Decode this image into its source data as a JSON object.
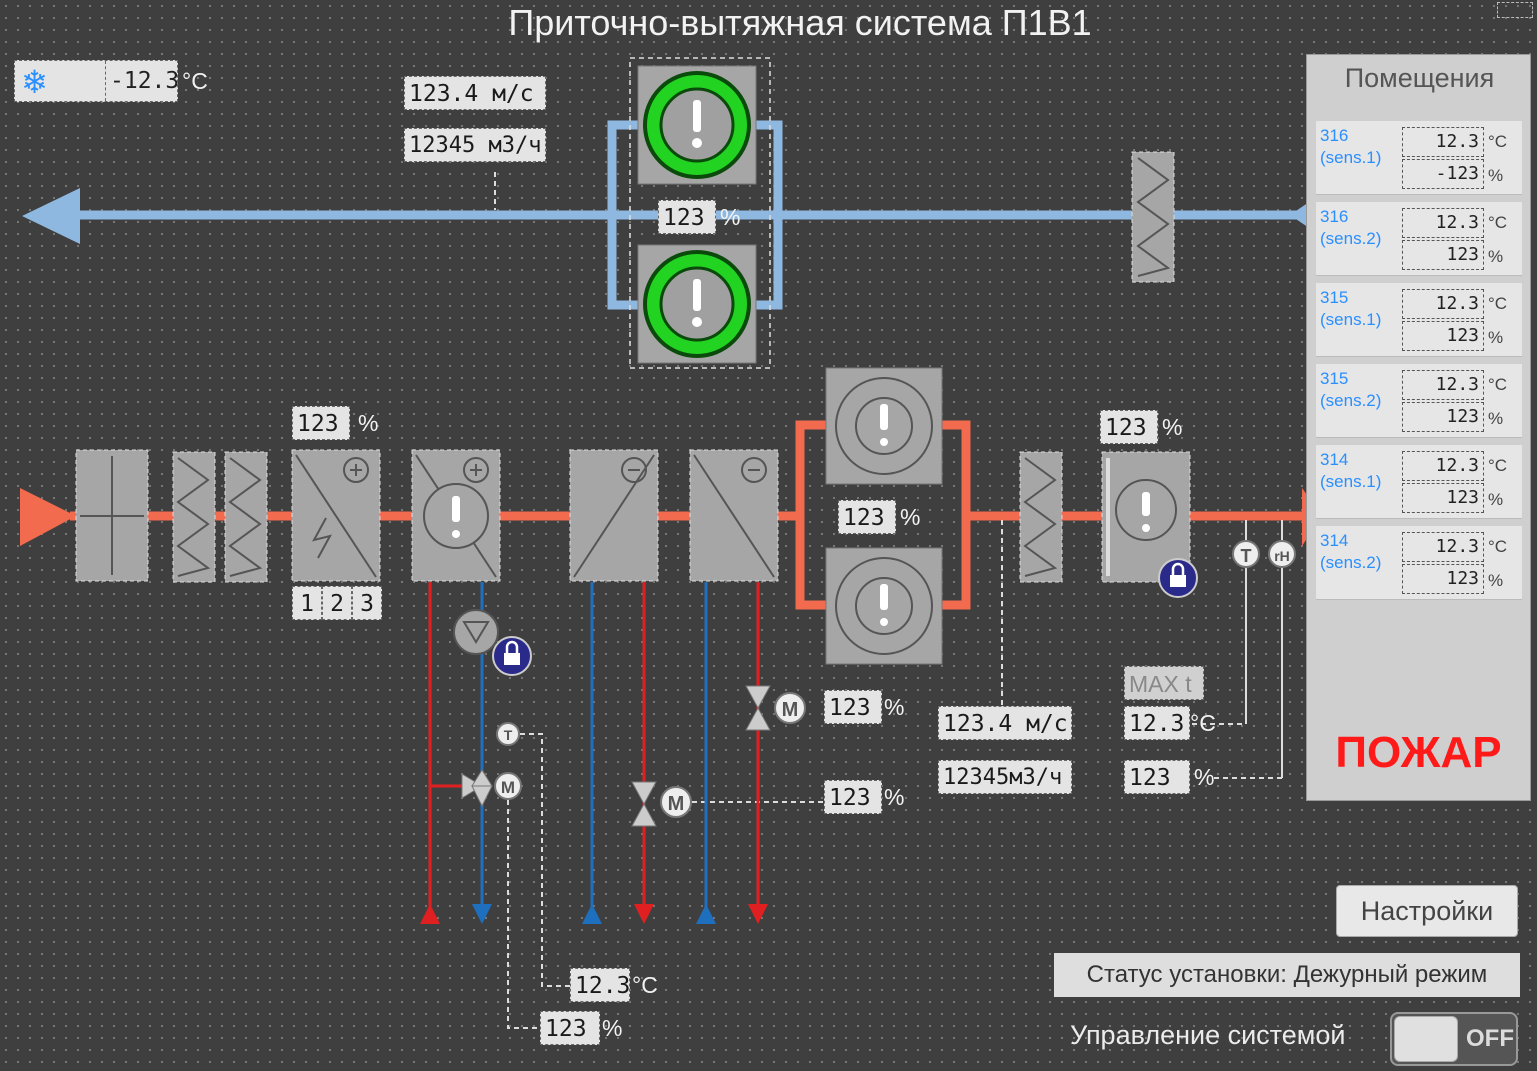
{
  "title": "Приточно-вытяжная система П1В1",
  "outdoor": {
    "value": "-12.3",
    "unit": "°C",
    "icon": "snowflake-icon"
  },
  "exhaust": {
    "speed": "123.4  м/с",
    "flow": "12345 м3/ч",
    "fan_speed": "123",
    "fan_speed_unit": "%"
  },
  "supply": {
    "heater_power": "123",
    "heater_power_unit": "%",
    "stages": [
      "1",
      "2",
      "3"
    ],
    "fan_speed": "123",
    "fan_speed_unit": "%",
    "humidifier": "123",
    "humidifier_unit": "%",
    "speed": "123.4  м/с",
    "flow": "12345м3/ч",
    "max_t_label": "MAX t",
    "temp": "12.3",
    "temp_unit": "°C",
    "hum": "123",
    "hum_unit": "%",
    "valve_cool1": "123",
    "valve_cool1_unit": "%",
    "valve_cool2": "123",
    "valve_cool2_unit": "%",
    "water_temp": "12.3",
    "water_temp_unit": "°C",
    "water_valve": "123",
    "water_valve_unit": "%"
  },
  "rooms": {
    "title": "Помещения",
    "items": [
      {
        "name": "316",
        "sensor": "(sens.1)",
        "temp": "12.3",
        "hum": "-123"
      },
      {
        "name": "316",
        "sensor": "(sens.2)",
        "temp": "12.3",
        "hum": "123"
      },
      {
        "name": "315",
        "sensor": "(sens.1)",
        "temp": "12.3",
        "hum": "123"
      },
      {
        "name": "315",
        "sensor": "(sens.2)",
        "temp": "12.3",
        "hum": "123"
      },
      {
        "name": "314",
        "sensor": "(sens.1)",
        "temp": "12.3",
        "hum": "123"
      },
      {
        "name": "314",
        "sensor": "(sens.2)",
        "temp": "12.3",
        "hum": "123"
      }
    ],
    "temp_unit": "°C",
    "hum_unit": "%"
  },
  "fire_alarm": "ПОЖАР",
  "settings_label": "Настройки",
  "status_label": "Статус установки: Дежурный режим",
  "control_label": "Управление системой",
  "toggle_label": "OFF",
  "sensor_labels": {
    "t": "T",
    "rh": "rH",
    "m": "M"
  },
  "colors": {
    "supply": "#f26b4f",
    "exhaust": "#8fb8e0",
    "hot": "#e02020",
    "cold": "#1f6fbf",
    "fan_ok": "#22d322",
    "lock": "#2a2a8a",
    "fire": "#ff1a1a"
  }
}
